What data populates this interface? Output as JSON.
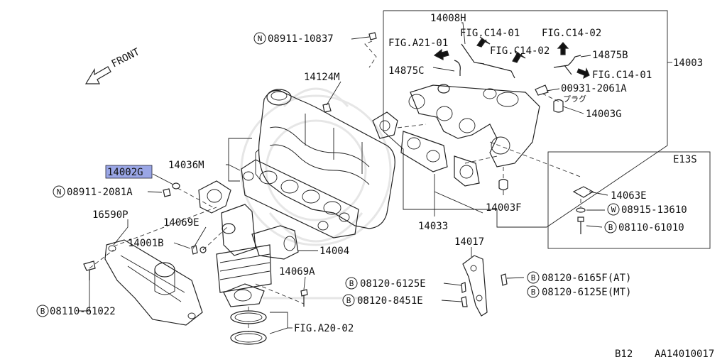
{
  "labels": {
    "front": "FRONT",
    "p14008H": "14008H",
    "figA2101": "FIG.A21-01",
    "figC1401a": "FIG.C14-01",
    "figC1402a": "FIG.C14-02",
    "figC1402b": "FIG.C14-02",
    "figC1401b": "FIG.C14-01",
    "p14875B": "14875B",
    "p14875C": "14875C",
    "p14003": "14003",
    "p00931": "00931-2061A",
    "plug": "プラグ",
    "p14003G": "14003G",
    "n08911_10837": "08911-10837",
    "p14124M": "14124M",
    "p14036M": "14036M",
    "p14002G": "14002G",
    "n08911_2081A": "08911-2081A",
    "p16590P": "16590P",
    "p14069E": "14069E",
    "p14001B": "14001B",
    "p14004": "14004",
    "p14069A": "14069A",
    "b08110_61022": "08110-61022",
    "figA2002": "FIG.A20-02",
    "p14033": "14033",
    "p14003F": "14003F",
    "e13s": "E13S",
    "p14063E": "14063E",
    "w08915": "08915-13610",
    "b08110_61010": "08110-61010",
    "p14017": "14017",
    "b08120_6125E": "08120-6125E",
    "b08120_8451E": "08120-8451E",
    "b08120_6165F": "08120-6165F(AT)",
    "b08120_6125E_MT": "08120-6125E(MT)",
    "b12": "B12",
    "code": "AA14010017"
  },
  "badges": {
    "n": "N",
    "b": "B",
    "w": "W"
  },
  "highlight_color": "#9aa6e6"
}
